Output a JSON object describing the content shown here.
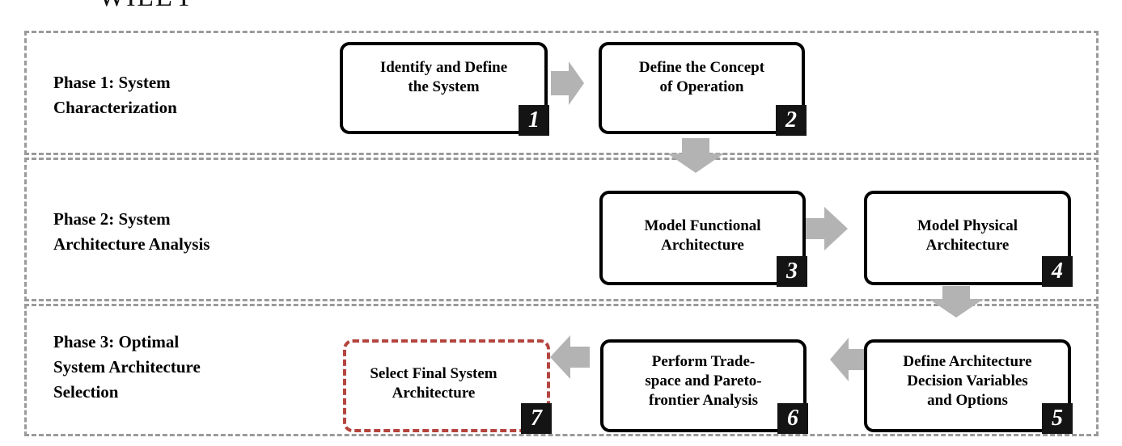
{
  "watermark": "WILEY",
  "phases": [
    {
      "id": "phase-1",
      "label_lines": [
        "Phase 1: System",
        "Characterization"
      ]
    },
    {
      "id": "phase-2",
      "label_lines": [
        "Phase 2: System",
        "Architecture Analysis"
      ]
    },
    {
      "id": "phase-3",
      "label_lines": [
        "Phase 3: Optimal",
        "System Architecture",
        "Selection"
      ]
    }
  ],
  "steps": [
    {
      "number": "1",
      "lines": [
        "Identify and Define",
        "the System"
      ]
    },
    {
      "number": "2",
      "lines": [
        "Define the Concept",
        "of Operation"
      ]
    },
    {
      "number": "3",
      "lines": [
        "Model Functional",
        "Architecture"
      ]
    },
    {
      "number": "4",
      "lines": [
        "Model Physical",
        "Architecture"
      ]
    },
    {
      "number": "5",
      "lines": [
        "Define Architecture",
        "Decision Variables",
        "and Options"
      ]
    },
    {
      "number": "6",
      "lines": [
        "Perform Trade-",
        "space and Pareto-",
        "frontier Analysis"
      ]
    },
    {
      "number": "7",
      "lines": [
        "Select Final System",
        "Architecture"
      ]
    }
  ],
  "colors": {
    "phase_border": "#9a9a9a",
    "arrow": "#b3b3b3",
    "final_border": "#b5443e",
    "badge": "#141414"
  }
}
